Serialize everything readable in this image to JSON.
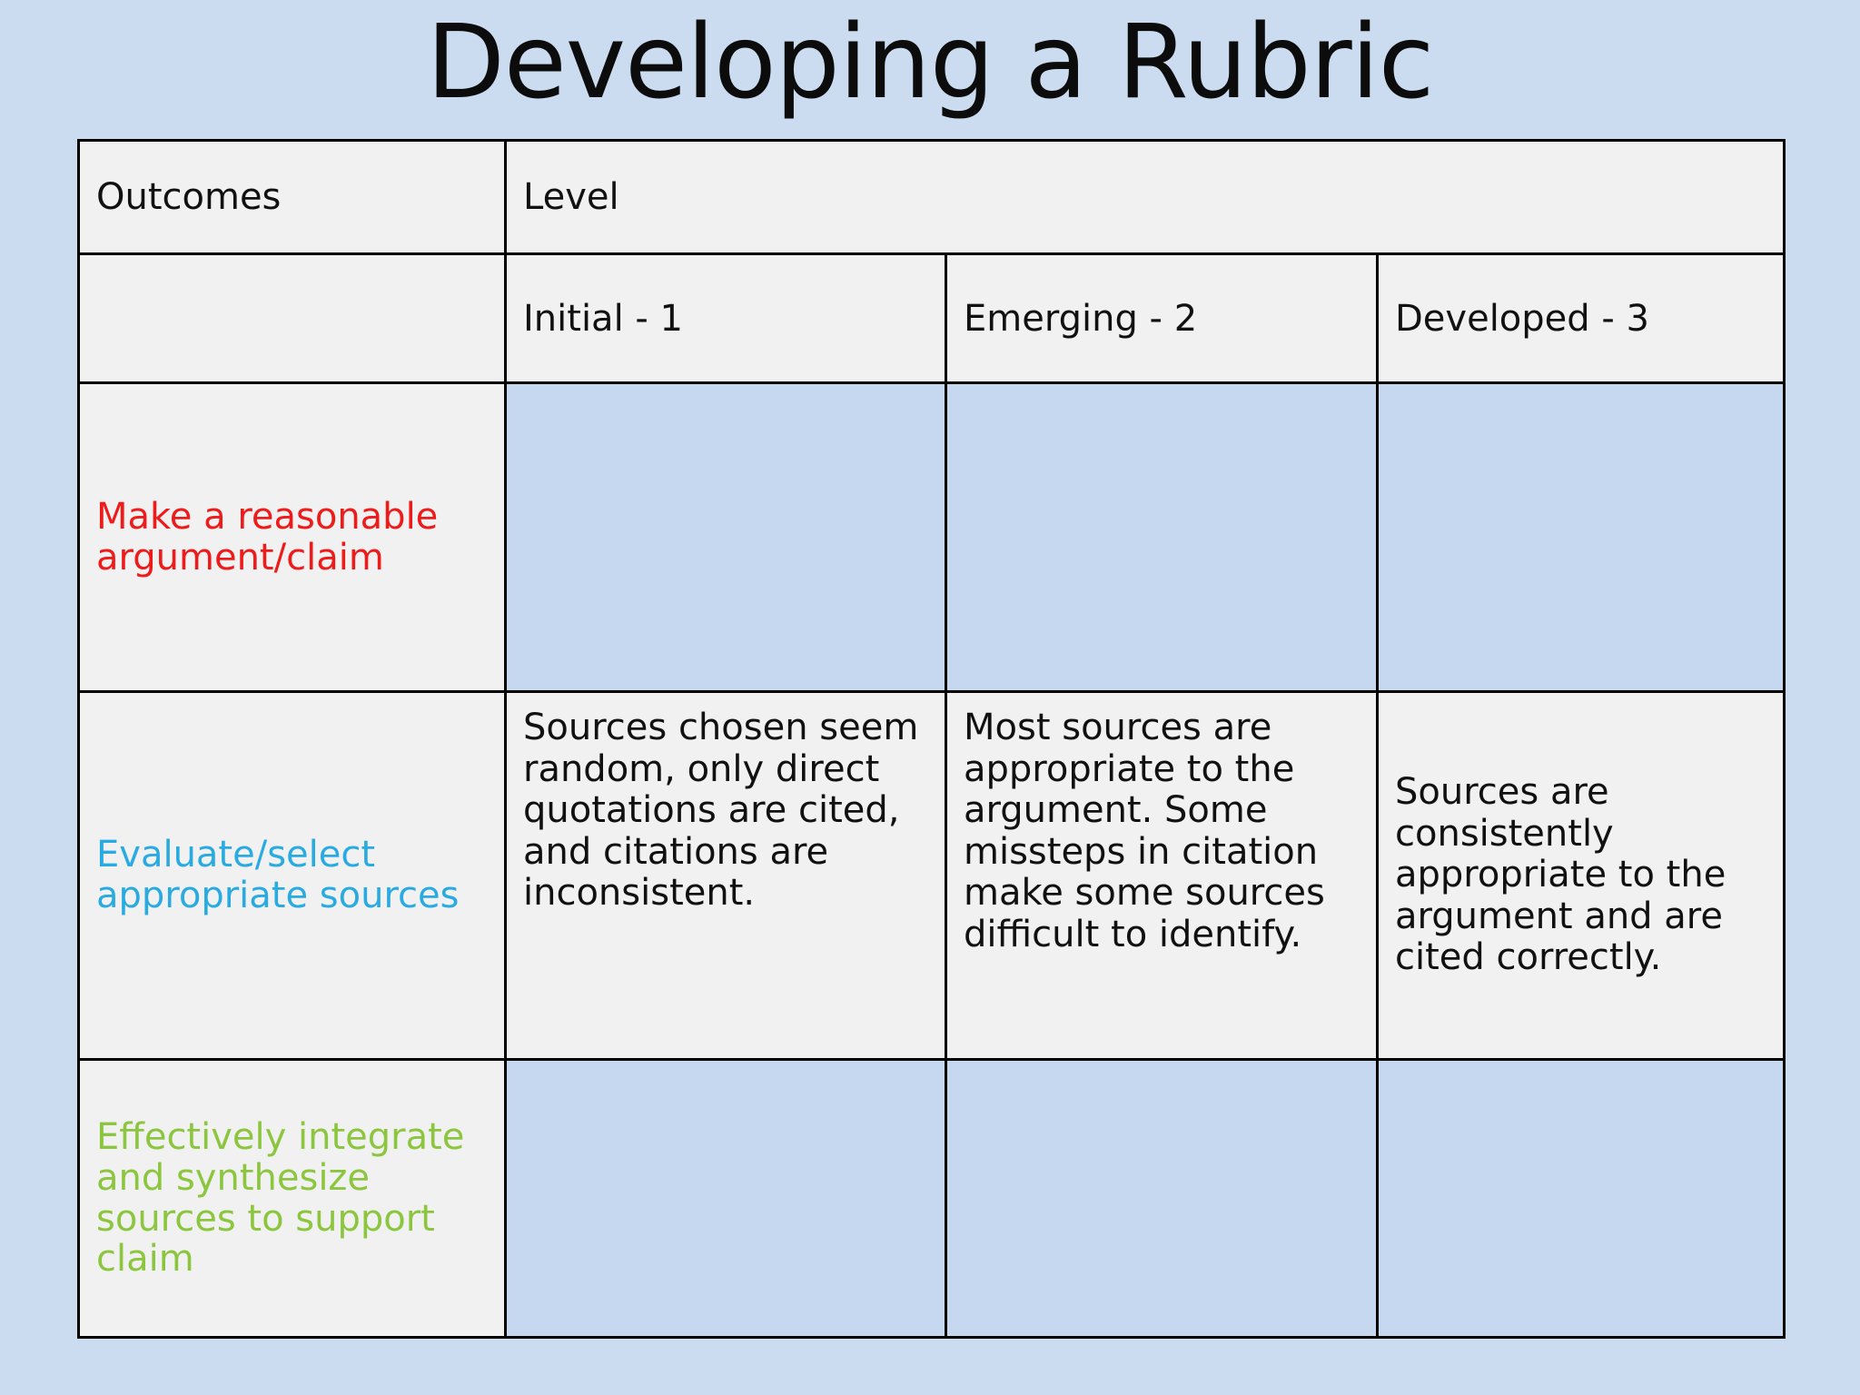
{
  "slide": {
    "title": "Developing a Rubric",
    "background_color": "#ccdcf0",
    "border_color": "#000000",
    "outcome_cell_color": "#f1f1f1",
    "level_cell_color": "#c5d8f0"
  },
  "table": {
    "header": {
      "outcomes_label": "Outcomes",
      "level_label": "Level"
    },
    "levels": [
      {
        "label": "Initial - 1"
      },
      {
        "label": "Emerging - 2"
      },
      {
        "label": "Developed - 3"
      }
    ],
    "rows": [
      {
        "outcome": "Make a reasonable argument/claim",
        "outcome_color": "#ee1b1b",
        "initial": "",
        "emerging": "",
        "developed": ""
      },
      {
        "outcome": "Evaluate/select appropriate sources",
        "outcome_color": "#29abe2",
        "initial": "Sources chosen seem random, only direct quotations are cited, and citations are inconsistent.",
        "emerging": "Most sources are appropriate to the argument. Some missteps in citation make some sources difficult to identify.",
        "developed": "Sources are consistently appropriate to the argument and are cited correctly."
      },
      {
        "outcome": "Effectively integrate and synthesize sources to support claim",
        "outcome_color": "#8cc63e",
        "initial": "",
        "emerging": "",
        "developed": ""
      }
    ]
  }
}
